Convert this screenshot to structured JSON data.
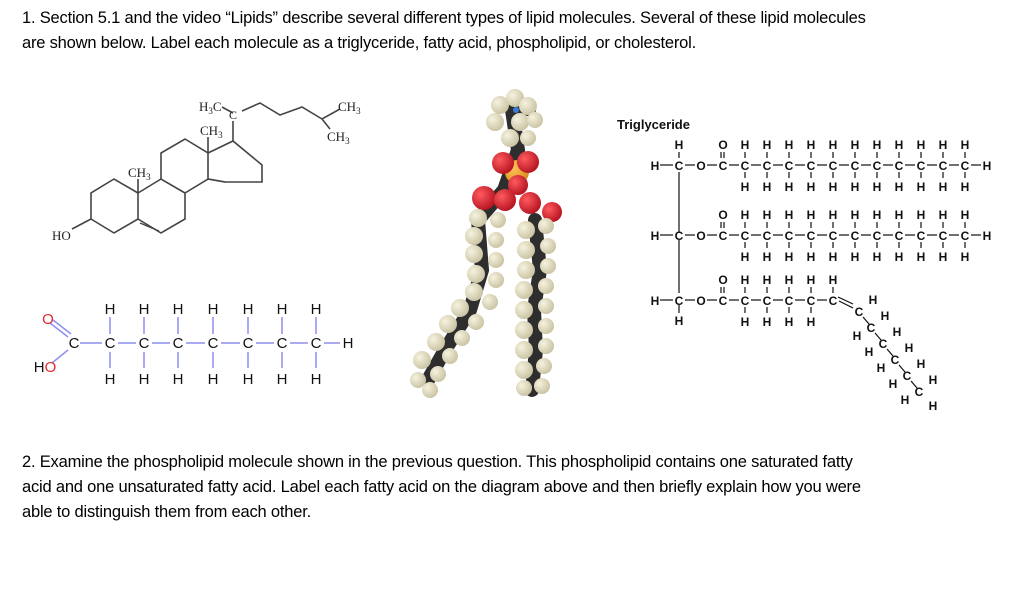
{
  "question1": {
    "line1": "1. Section 5.1 and the video “Lipids” describe several different types of lipid molecules. Several of these lipid molecules",
    "line2": "are shown below. Label each molecule as a triglyceride, fatty acid, phospholipid, or cholesterol."
  },
  "question2": {
    "line1": "2. Examine the phospholipid molecule shown in the previous question. This phospholipid contains one saturated fatty",
    "line2": "acid and one unsaturated fatty acid. Label each fatty acid on the diagram above and then briefly explain how you were",
    "line3": "able to distinguish them from each other."
  },
  "cholesterol": {
    "ho": "HO",
    "ch3_ring": "CH",
    "ch3_top": "CH",
    "h3c_side": "H",
    "c_branch": "C",
    "ch3_end1": "CH",
    "ch3_end2": "CH",
    "sub3": "3"
  },
  "fatty_acid": {
    "oxygen_label": "O",
    "hydroxyl_label": "HO",
    "carbon_label": "C",
    "hydrogen_label": "H",
    "carbon_count": 8,
    "colors": {
      "oxygen": "#e8262b",
      "bond": "#8f8ff0",
      "atom": "#111111"
    }
  },
  "phospholipid_model": {
    "colors": {
      "hydrogen": "#e6e0c4",
      "carbon": "#2e2e2e",
      "oxygen": "#dd1f2d",
      "phosphorus": "#f2a531",
      "nitrogen": "#3a7bd5"
    }
  },
  "triglyceride": {
    "title": "Triglyceride",
    "h": "H",
    "c": "C",
    "o": "O",
    "colors": {
      "text": "#111111"
    }
  }
}
